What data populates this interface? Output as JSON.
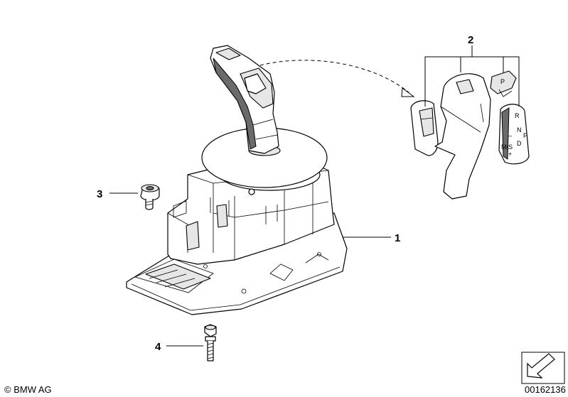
{
  "callouts": {
    "c1": "1",
    "c2": "2",
    "c3": "3",
    "c4": "4"
  },
  "gear_indicator": {
    "r": "R",
    "n": "N",
    "d": "D",
    "p_side": "P",
    "ms": "M/S",
    "minus": "–",
    "plus": "+",
    "p_button": "P"
  },
  "footer": {
    "copyright": "© BMW AG",
    "diagram_number": "00162136"
  },
  "colors": {
    "line": "#000000",
    "shade": "#e6e6e6",
    "dark": "#6b6b6b"
  }
}
